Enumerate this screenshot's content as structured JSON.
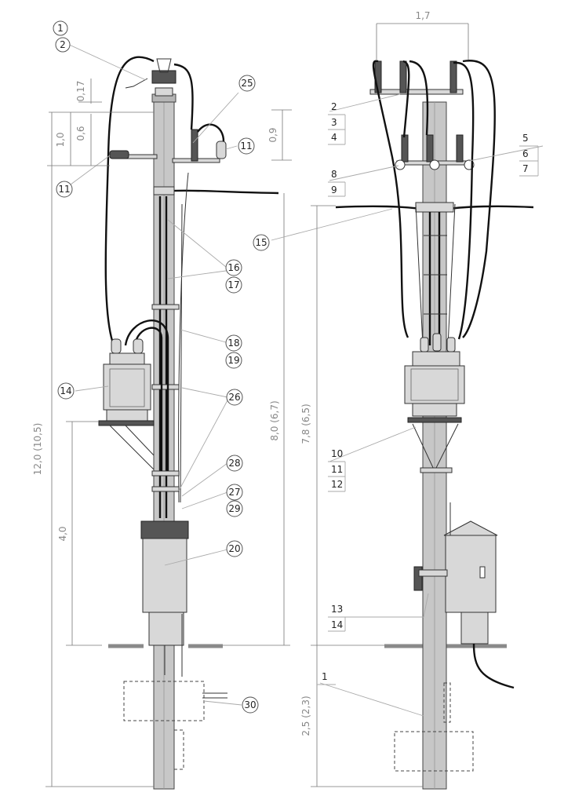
{
  "drawing": {
    "left_callouts": [
      {
        "id": "c1",
        "label": "1"
      },
      {
        "id": "c2",
        "label": "2"
      },
      {
        "id": "c25",
        "label": "25"
      },
      {
        "id": "c11a",
        "label": "11"
      },
      {
        "id": "c11b",
        "label": "11"
      },
      {
        "id": "c16",
        "label": "16"
      },
      {
        "id": "c17",
        "label": "17"
      },
      {
        "id": "c18",
        "label": "18"
      },
      {
        "id": "c19",
        "label": "19"
      },
      {
        "id": "c14",
        "label": "14"
      },
      {
        "id": "c26",
        "label": "26"
      },
      {
        "id": "c28",
        "label": "28"
      },
      {
        "id": "c27",
        "label": "27"
      },
      {
        "id": "c29",
        "label": "29"
      },
      {
        "id": "c20",
        "label": "20"
      },
      {
        "id": "c30",
        "label": "30"
      },
      {
        "id": "c15",
        "label": "15"
      }
    ],
    "right_labels": [
      {
        "id": "r2",
        "label": "2"
      },
      {
        "id": "r3",
        "label": "3"
      },
      {
        "id": "r4",
        "label": "4"
      },
      {
        "id": "r5",
        "label": "5"
      },
      {
        "id": "r6",
        "label": "6"
      },
      {
        "id": "r7",
        "label": "7"
      },
      {
        "id": "r8",
        "label": "8"
      },
      {
        "id": "r9",
        "label": "9"
      },
      {
        "id": "r10",
        "label": "10"
      },
      {
        "id": "r11",
        "label": "11"
      },
      {
        "id": "r12",
        "label": "12"
      },
      {
        "id": "r13",
        "label": "13"
      },
      {
        "id": "r14",
        "label": "14"
      },
      {
        "id": "r1",
        "label": "1"
      }
    ],
    "dimensions": {
      "d017": "0,17",
      "d10": "1,0",
      "d06": "0,6",
      "d09": "0,9",
      "d120": "12,0 (10,5)",
      "d40": "4,0",
      "d80": "8,0 (6,7)",
      "d78": "7,8 (6,5)",
      "d25": "2,5 (2,3)",
      "d17": "1,7"
    },
    "colors": {
      "pole": "#c7c7c7",
      "ground": "#8a8a8a",
      "cable": "#111111",
      "dimension": "#888888"
    }
  }
}
